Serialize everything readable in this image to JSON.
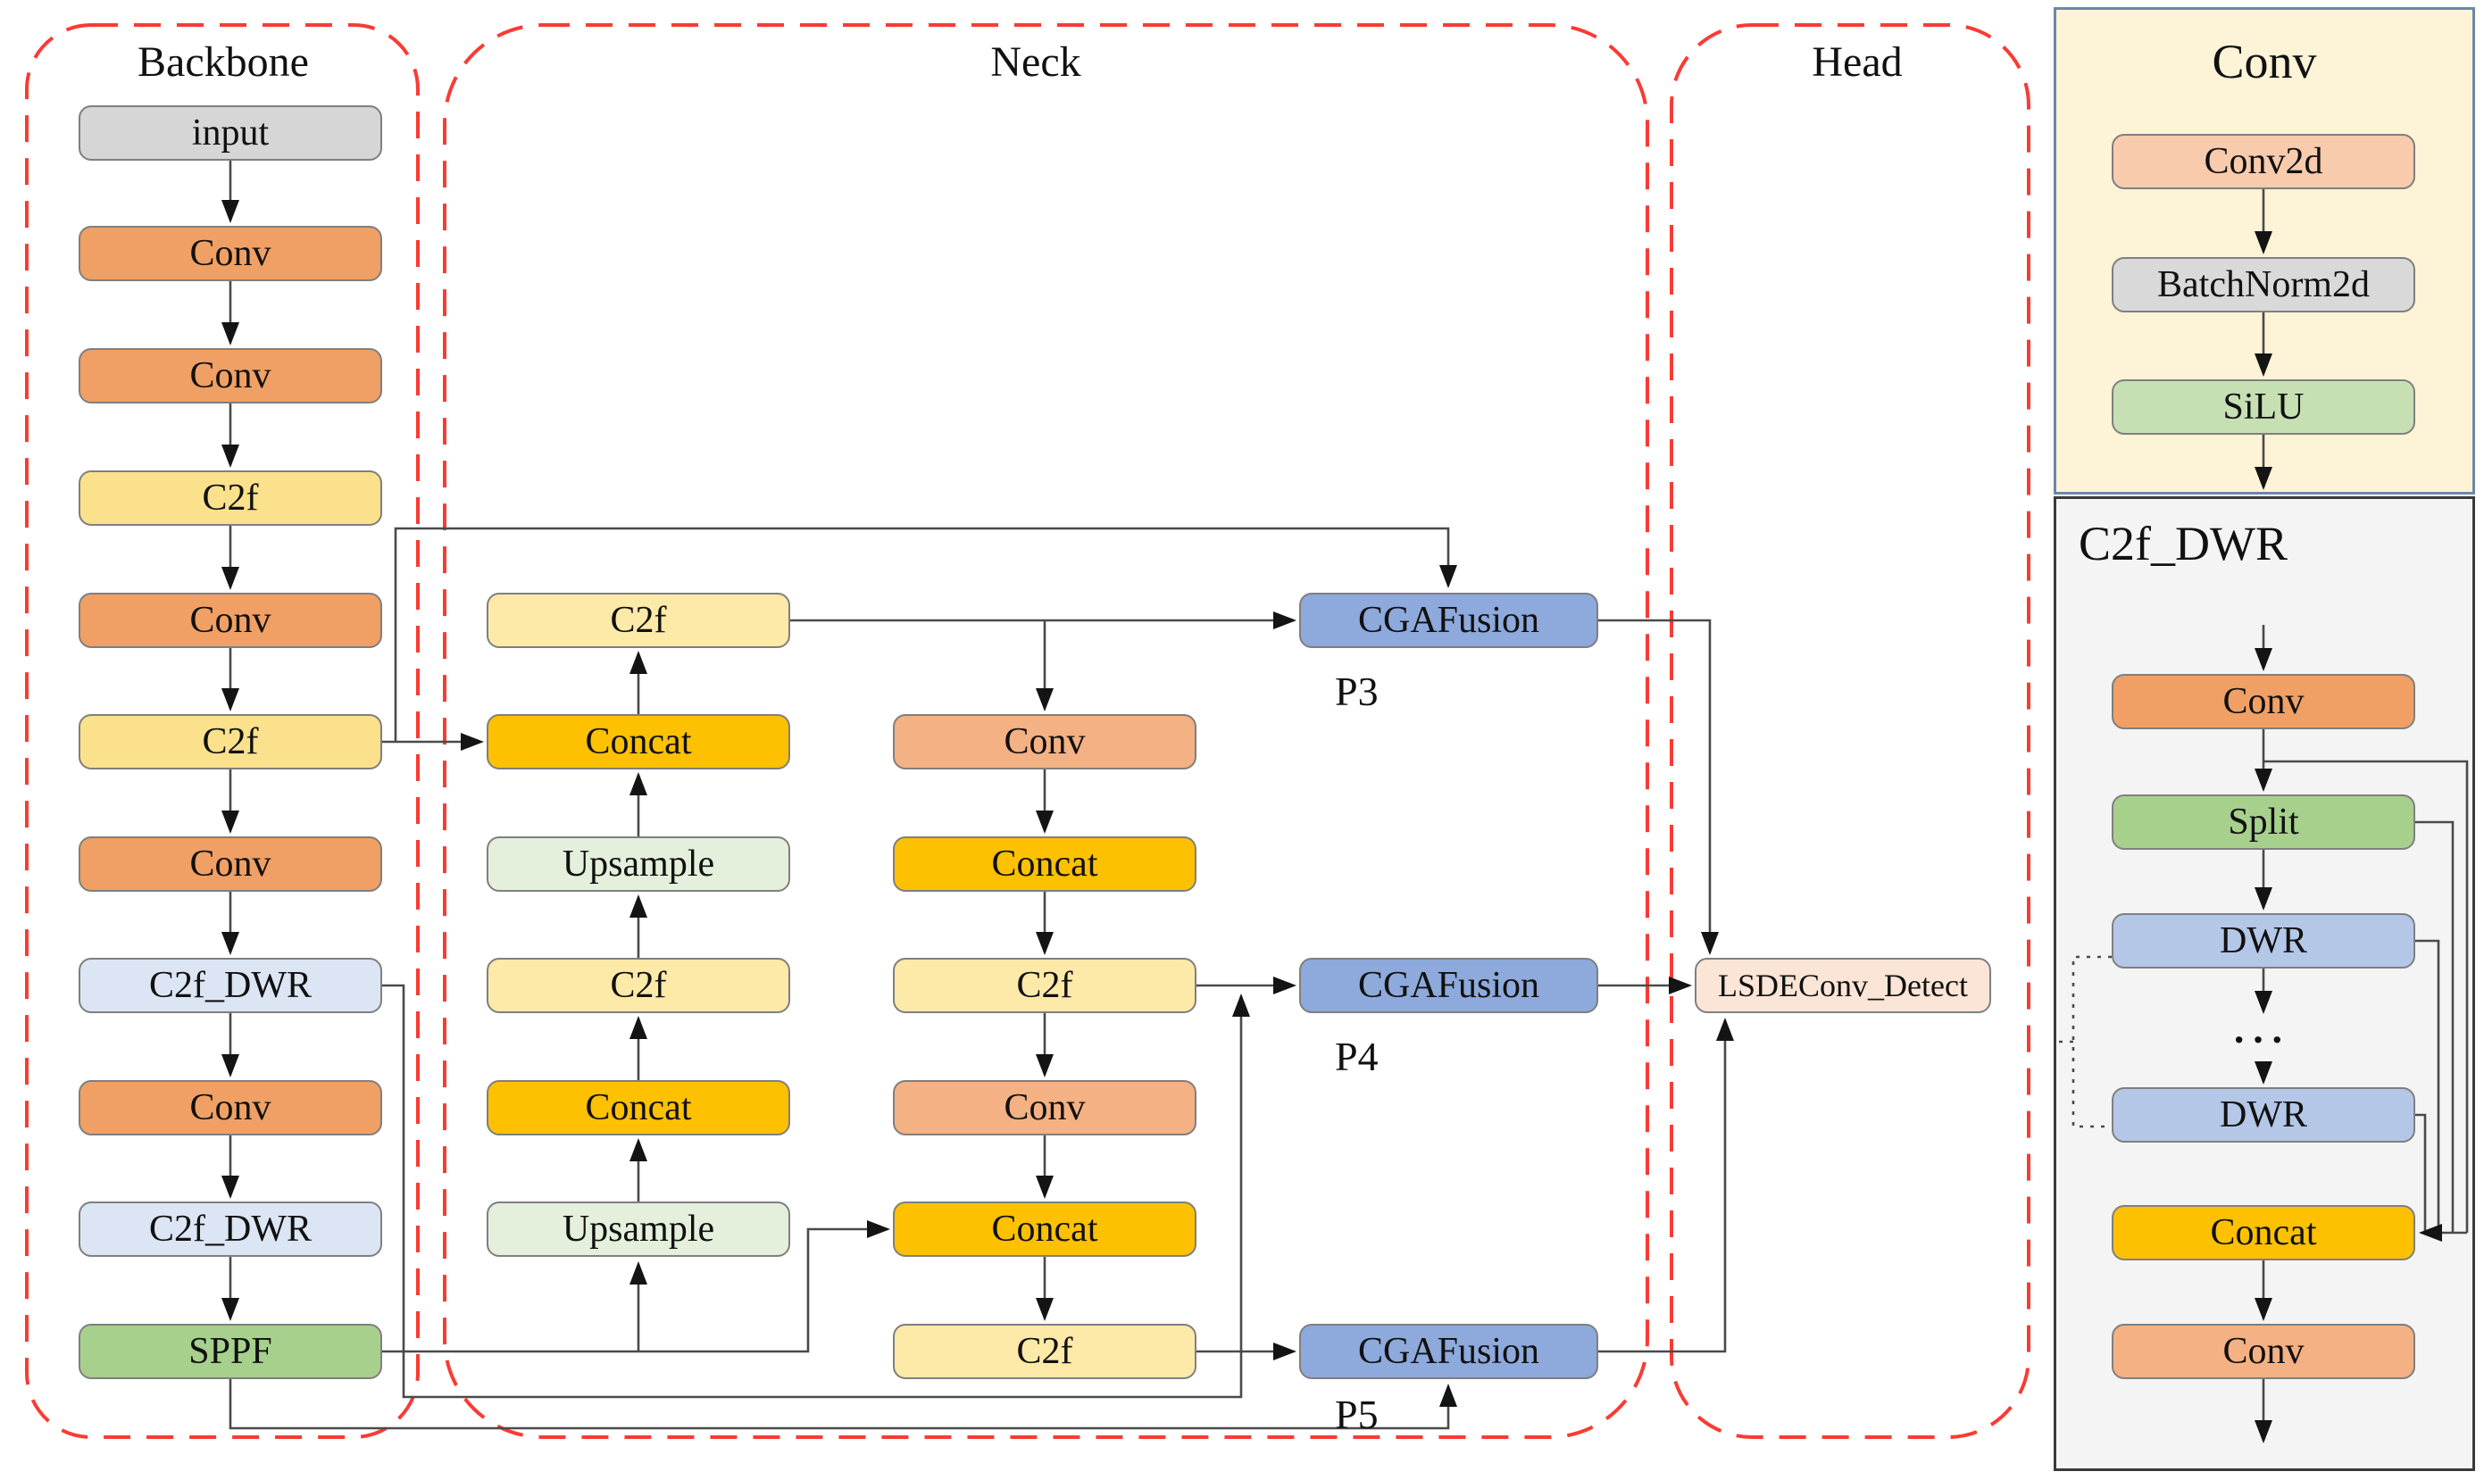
{
  "regions": {
    "backbone": {
      "title": "Backbone"
    },
    "neck": {
      "title": "Neck"
    },
    "head": {
      "title": "Head"
    }
  },
  "backbone": {
    "nodes": [
      {
        "label": "input"
      },
      {
        "label": "Conv"
      },
      {
        "label": "Conv"
      },
      {
        "label": "C2f"
      },
      {
        "label": "Conv"
      },
      {
        "label": "C2f"
      },
      {
        "label": "Conv"
      },
      {
        "label": "C2f_DWR"
      },
      {
        "label": "Conv"
      },
      {
        "label": "C2f_DWR"
      },
      {
        "label": "SPPF"
      }
    ]
  },
  "neck": {
    "col1": [
      {
        "label": "C2f"
      },
      {
        "label": "Concat"
      },
      {
        "label": "Upsample"
      },
      {
        "label": "C2f"
      },
      {
        "label": "Concat"
      },
      {
        "label": "Upsample"
      }
    ],
    "col2": [
      {
        "label": "Conv"
      },
      {
        "label": "Concat"
      },
      {
        "label": "C2f"
      },
      {
        "label": "Conv"
      },
      {
        "label": "Concat"
      },
      {
        "label": "C2f"
      }
    ],
    "fusion": [
      {
        "label": "CGAFusion",
        "tag": "P3"
      },
      {
        "label": "CGAFusion",
        "tag": "P4"
      },
      {
        "label": "CGAFusion",
        "tag": "P5"
      }
    ]
  },
  "head": {
    "node": {
      "label": "LSDEConv_Detect"
    }
  },
  "panels": {
    "conv": {
      "title": "Conv",
      "nodes": [
        {
          "label": "Conv2d"
        },
        {
          "label": "BatchNorm2d"
        },
        {
          "label": "SiLU"
        }
      ]
    },
    "c2f_dwr": {
      "title": "C2f_DWR",
      "nodes": [
        {
          "label": "Conv"
        },
        {
          "label": "Split"
        },
        {
          "label": "DWR"
        },
        {
          "label": "DWR"
        },
        {
          "label": "Concat"
        },
        {
          "label": "Conv"
        }
      ],
      "ellipsis": "···"
    }
  },
  "colors": {
    "conv_orange": "#f0a064",
    "conv_light": "#f4b183",
    "conv2d_salmon": "#f8cbad",
    "c2f_yellow": "#fbe18c",
    "c2f_light": "#fde9a8",
    "concat_amber": "#fec101",
    "upsample_green": "#e4f0dc",
    "c2f_dwr_blue": "#dce5f4",
    "sppf_green": "#a8d08d",
    "silu_green": "#c6e0b4",
    "batchnorm_gray": "#d9d9d9",
    "input_gray": "#d6d6d6",
    "dwr_blue": "#b4c7e7",
    "cgafusion_blue": "#8ea9db",
    "detect_peach": "#fbe5d6",
    "region_dash_red": "#f93b34",
    "wire_gray": "#4a4a4a",
    "panel_conv_bg": "#fdf3d7",
    "panel_conv_border": "#6d87a8",
    "panel_c2fdwr_bg": "#f4f4f4"
  }
}
